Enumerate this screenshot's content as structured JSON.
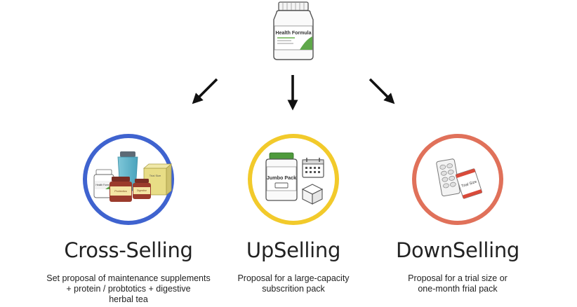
{
  "top_product": {
    "label": "Health Formula",
    "icon": "supplement-bottle-icon"
  },
  "columns": [
    {
      "id": "cross",
      "title": "Cross-Selling",
      "desc_lines": [
        "Set proposal of maintenance supplements",
        "+ protein / probtotics + digestive",
        "herbal tea"
      ],
      "ring_color": "#3f63cf",
      "labels": [
        "Health Formula",
        "Probiotics",
        "Digestive"
      ],
      "icon": "supplement-set-icon"
    },
    {
      "id": "up",
      "title": "UpSelling",
      "desc_lines": [
        "Proposal for a large-capacity",
        "subscrition pack"
      ],
      "ring_color": "#f2ca2b",
      "labels": [
        "Jumbo Pack"
      ],
      "icon": "jumbo-pack-icon"
    },
    {
      "id": "down",
      "title": "DownSelling",
      "desc_lines": [
        "Proposal for a trial size or",
        "one-month frial pack"
      ],
      "ring_color": "#e0715a",
      "labels": [
        "Trial Size"
      ],
      "icon": "trial-pack-icon"
    }
  ],
  "colors": {
    "arrow": "#111111",
    "accent_green": "#5fa84a",
    "text": "#222222"
  }
}
